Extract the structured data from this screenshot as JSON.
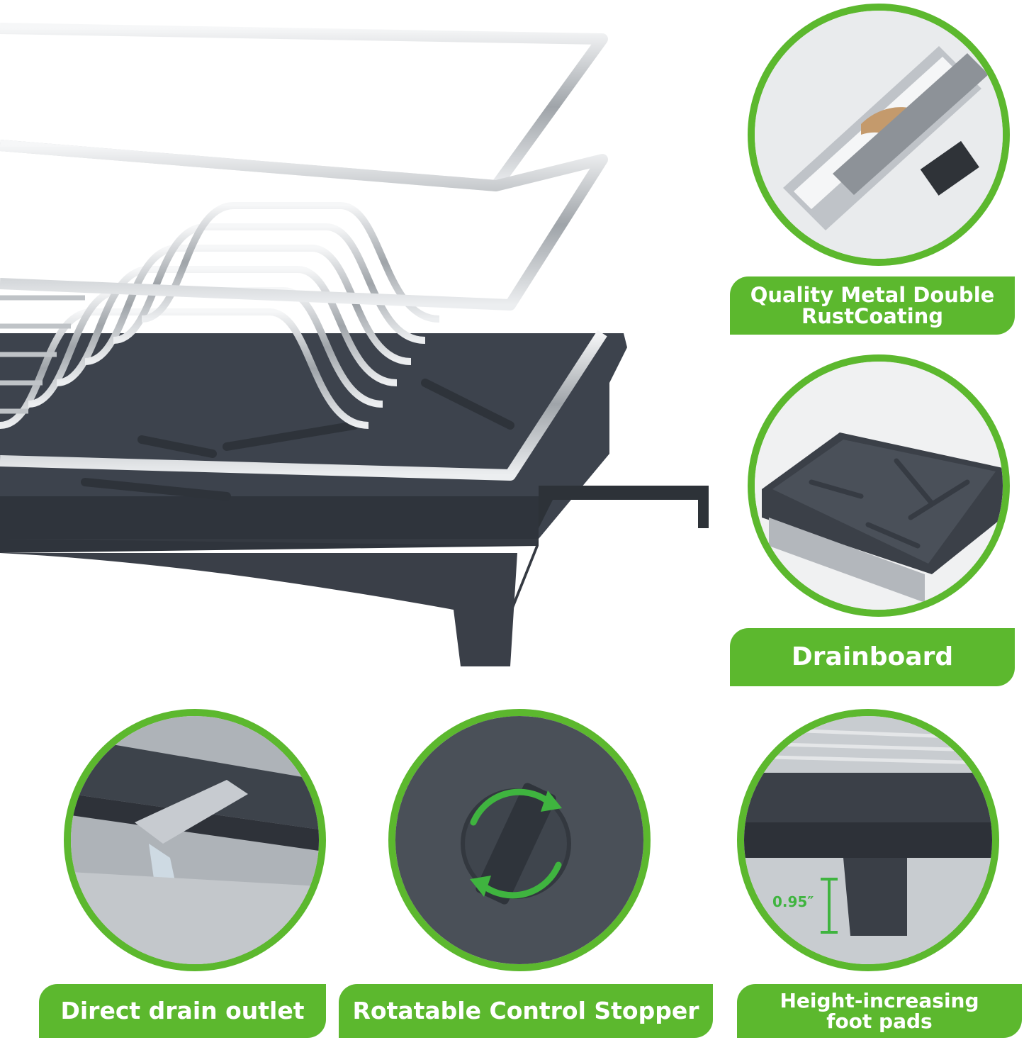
{
  "features": {
    "coating": {
      "line1": "Quality Metal Double",
      "line2": "RustCoating"
    },
    "drainboard": {
      "text": "Drainboard"
    },
    "outlet": {
      "text": "Direct drain outlet"
    },
    "stopper": {
      "text": "Rotatable Control Stopper"
    },
    "foot": {
      "line1": "Height-increasing",
      "line2": "foot pads",
      "measure": "0.95″"
    }
  },
  "colors": {
    "accent": "#5cb82e",
    "tray": "#3d434d",
    "steel": "#c9cdd1"
  },
  "icons": [
    "rotation-arrows-icon"
  ]
}
